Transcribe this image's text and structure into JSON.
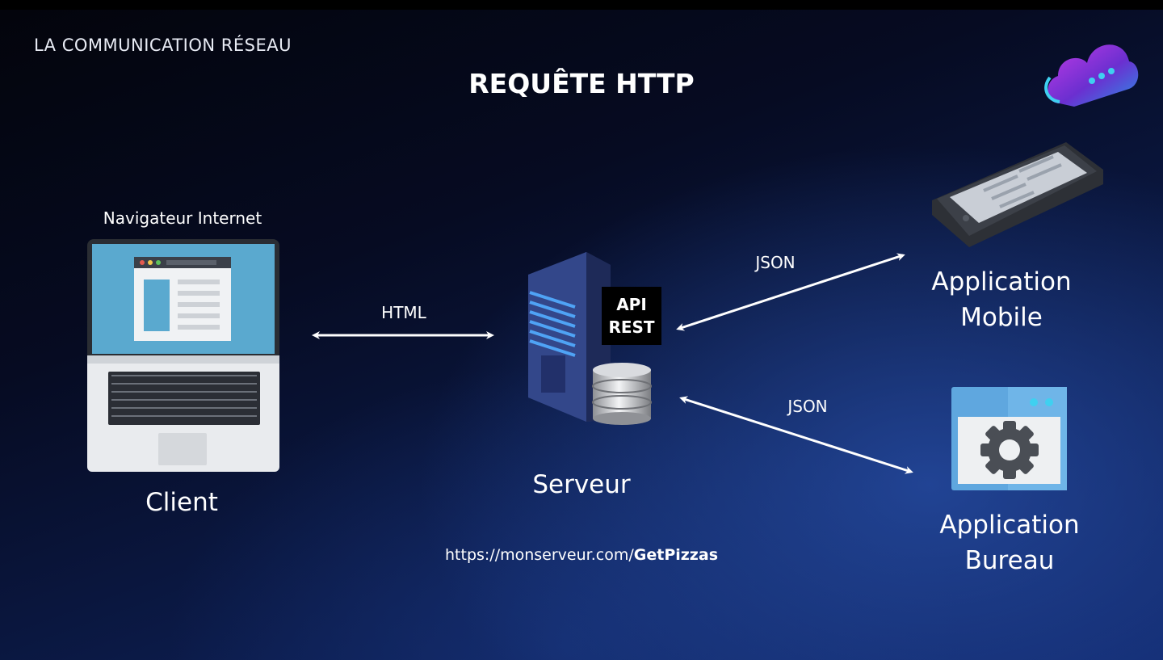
{
  "slide": {
    "section_title": "LA COMMUNICATION RÉSEAU",
    "title": "REQUÊTE HTTP"
  },
  "client": {
    "browser_label": "Navigateur Internet",
    "label": "Client"
  },
  "server": {
    "label": "Serveur",
    "api_line1": "API",
    "api_line2": "REST"
  },
  "connections": {
    "client_server": "HTML",
    "server_mobile": "JSON",
    "server_desktop": "JSON"
  },
  "mobile_app": {
    "line1": "Application",
    "line2": "Mobile"
  },
  "desktop_app": {
    "line1": "Application",
    "line2": "Bureau"
  },
  "url": {
    "prefix": "https://monserveur.com/",
    "endpoint": "GetPizzas"
  },
  "colors": {
    "accent_cyan": "#3fd0f0",
    "logo_purple": "#9b2fd6",
    "arrow": "#ffffff"
  }
}
